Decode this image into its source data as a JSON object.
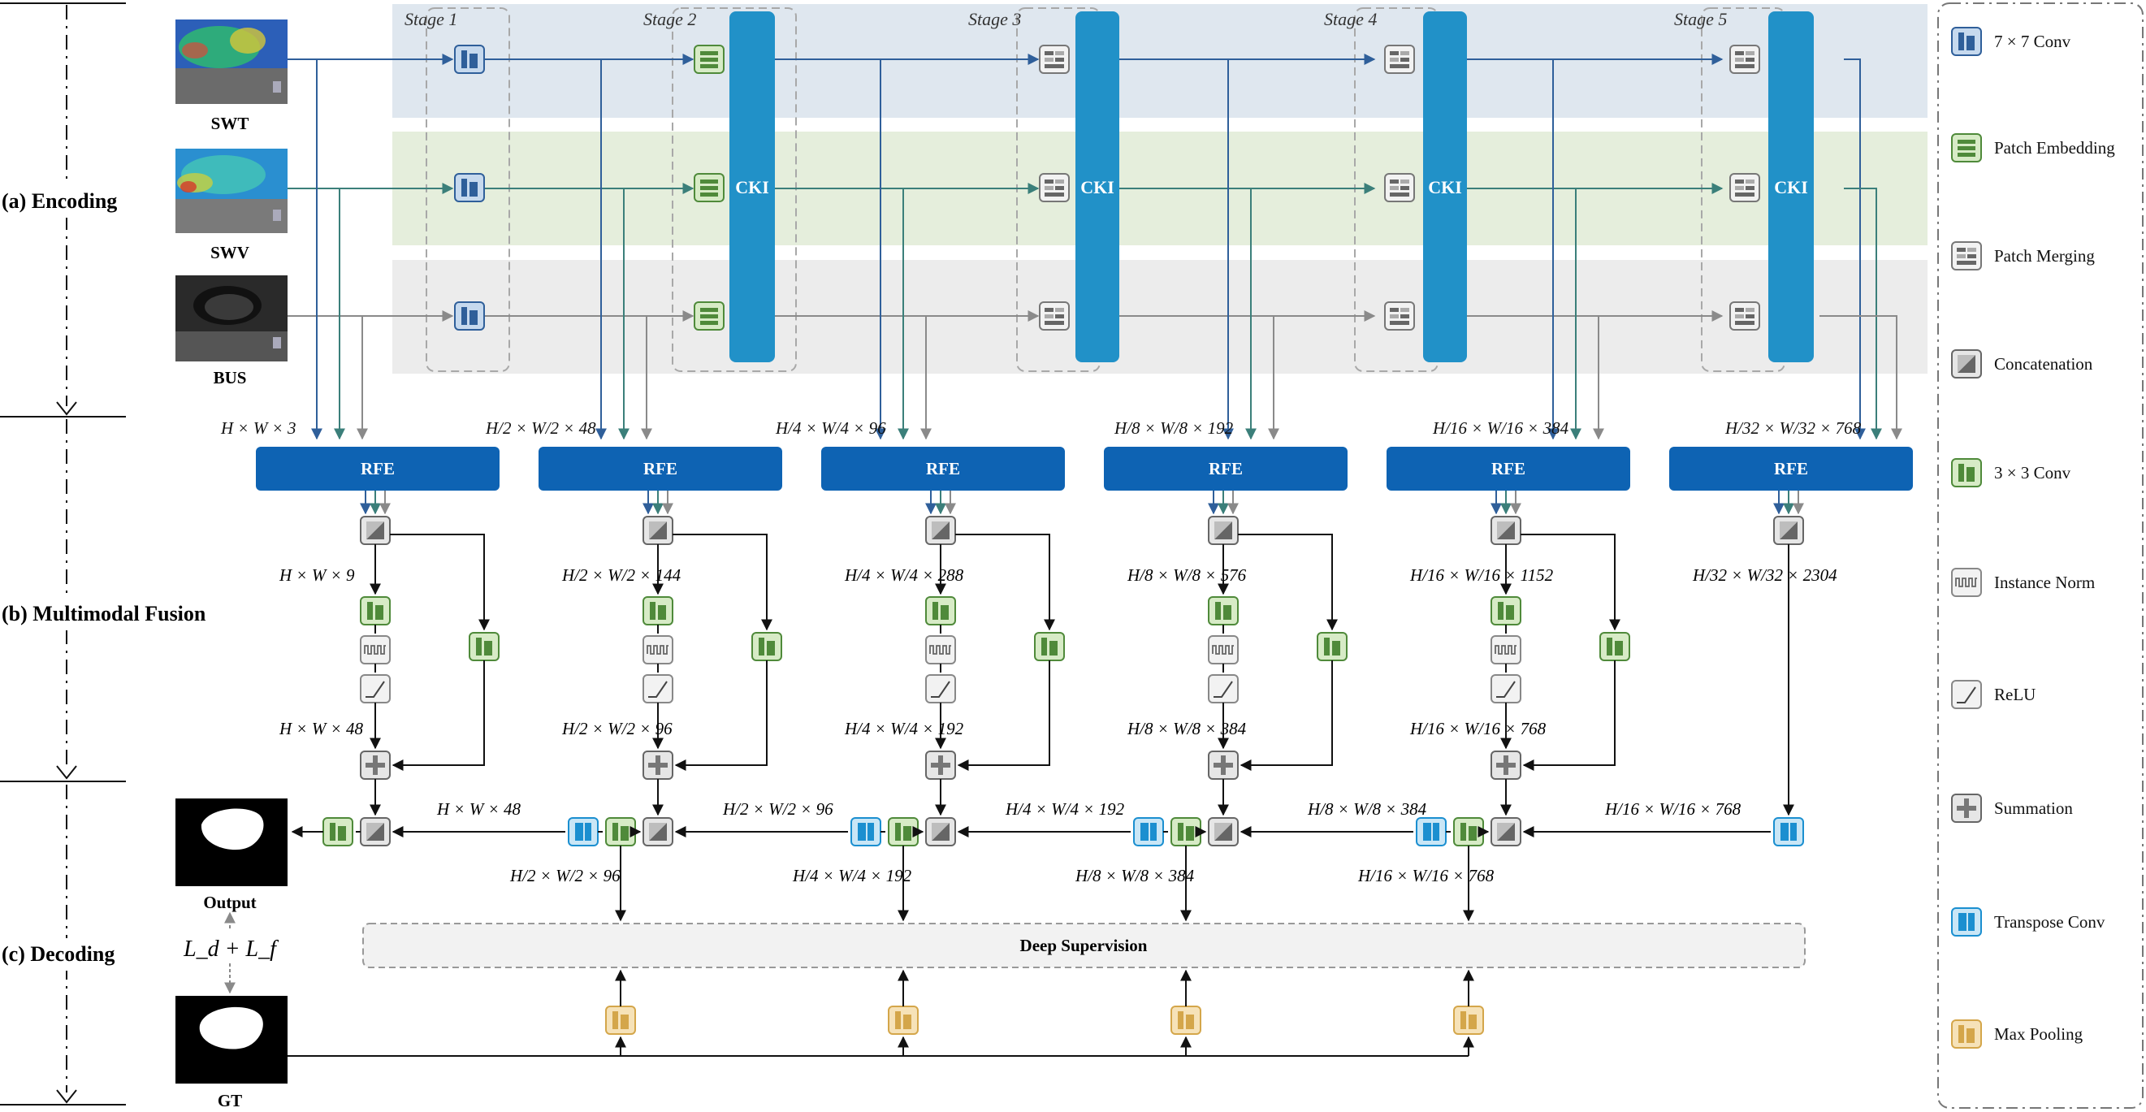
{
  "sections": {
    "encoding": "(a) Encoding",
    "fusion": "(b) Multimodal Fusion",
    "decoding": "(c) Decoding"
  },
  "inputs": {
    "swt": "SWT",
    "swv": "SWV",
    "bus": "BUS",
    "output": "Output",
    "gt": "GT"
  },
  "loss_label": "L_d + L_f",
  "stages": [
    "Stage 1",
    "Stage 2",
    "Stage 3",
    "Stage 4",
    "Stage 5"
  ],
  "cki_label": "CKI",
  "rfe_label": "RFE",
  "deep_supervision_label": "Deep Supervision",
  "rfe_input_dims": [
    "H × W × 3",
    "H/2 × W/2 × 48",
    "H/4 × W/4 × 96",
    "H/8 × W/8 × 192",
    "H/16 × W/16 × 384",
    "H/32 × W/32 × 768"
  ],
  "concat_dims": [
    "H × W × 9",
    "H/2 × W/2 × 144",
    "H/4 × W/4 × 288",
    "H/8 × W/8 × 576",
    "H/16 × W/16 × 1152",
    "H/32 × W/32 × 2304"
  ],
  "fusion_out_dims": [
    "H × W × 48",
    "H/2 × W/2 × 96",
    "H/4 × W/4 × 192",
    "H/8 × W/8 × 384",
    "H/16 × W/16 × 768"
  ],
  "decoder_arrow_dims": [
    "H × W × 48",
    "H/2 × W/2 × 96",
    "H/4 × W/4 × 192",
    "H/8 × W/8 × 384",
    "H/16 × W/16 × 768"
  ],
  "supervision_dims": [
    "H/2 × W/2 × 96",
    "H/4 × W/4 × 192",
    "H/8 × W/8 × 384",
    "H/16 × W/16 × 768"
  ],
  "legend": [
    {
      "icon": "conv7x7-icon",
      "label": "7 × 7 Conv"
    },
    {
      "icon": "patch-embedding-icon",
      "label": "Patch Embedding"
    },
    {
      "icon": "patch-merging-icon",
      "label": "Patch Merging"
    },
    {
      "icon": "concatenation-icon",
      "label": "Concatenation"
    },
    {
      "icon": "conv3x3-icon",
      "label": "3 × 3 Conv"
    },
    {
      "icon": "instance-norm-icon",
      "label": "Instance Norm"
    },
    {
      "icon": "relu-icon",
      "label": "ReLU"
    },
    {
      "icon": "summation-icon",
      "label": "Summation"
    },
    {
      "icon": "transpose-conv-icon",
      "label": "Transpose Conv"
    },
    {
      "icon": "max-pooling-icon",
      "label": "Max Pooling"
    }
  ],
  "colors": {
    "swt_row": "#dfe7ef",
    "swv_row": "#e5eedc",
    "bus_row": "#ececec",
    "cki": "#2191c8",
    "rfe": "#0e63b3",
    "line_blue": "#2f5f9a",
    "line_teal": "#3b7f7a",
    "line_gray": "#8a8a8a"
  }
}
